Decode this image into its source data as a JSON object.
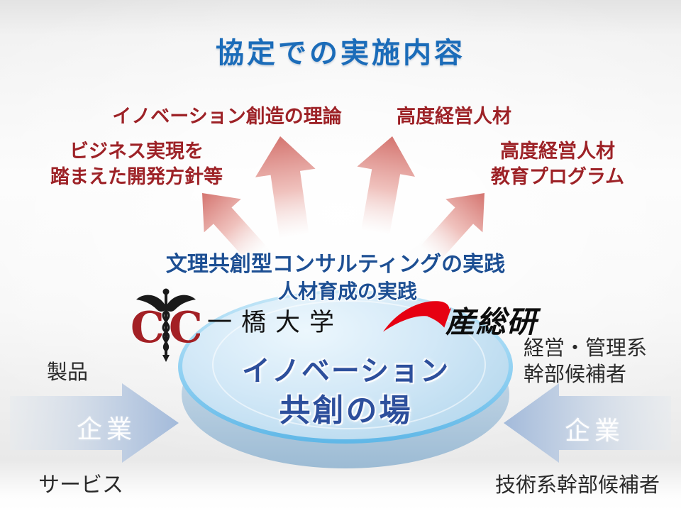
{
  "title": "協定での実施内容",
  "outcomes": {
    "top_left": "イノベーション創造の理論",
    "top_right": "高度経営人材",
    "left_line1": "ビジネス実現を",
    "left_line2": "踏まえた開発方針等",
    "right_line1": "高度経営人材",
    "right_line2": "教育プログラム"
  },
  "practices": {
    "consulting": "文理共創型コンサルティングの実践",
    "hrd": "人材育成の実践"
  },
  "center": {
    "university_name": "一橋大学",
    "institute_name": "産総研",
    "disc_line1": "イノベーション",
    "disc_line2": "共創の場"
  },
  "left_flow": {
    "top_label": "製品",
    "arrow_label": "企業",
    "bottom_label": "サービス"
  },
  "right_flow": {
    "top_line1": "経営・管理系",
    "top_line2": "幹部候補者",
    "arrow_label": "企業",
    "bottom_label": "技術系幹部候補者"
  },
  "icons": {
    "hitotsubashi_emblem": "caduceus-with-two-red-C",
    "aist_logo_mark": "red-swoosh-arrow"
  },
  "colors": {
    "title_blue": "#1b6cb9",
    "dark_red": "#9d2227",
    "practice_blue": "#1d4f93",
    "disc_text_blue": "#2d4f9c",
    "fan_arrow_pink": "#d4746f",
    "flow_arrow_blue": "#a9bedd",
    "disc_rim_cyan": "#5fb7e7",
    "aist_red": "#e60012",
    "emblem_red": "#a32025"
  }
}
